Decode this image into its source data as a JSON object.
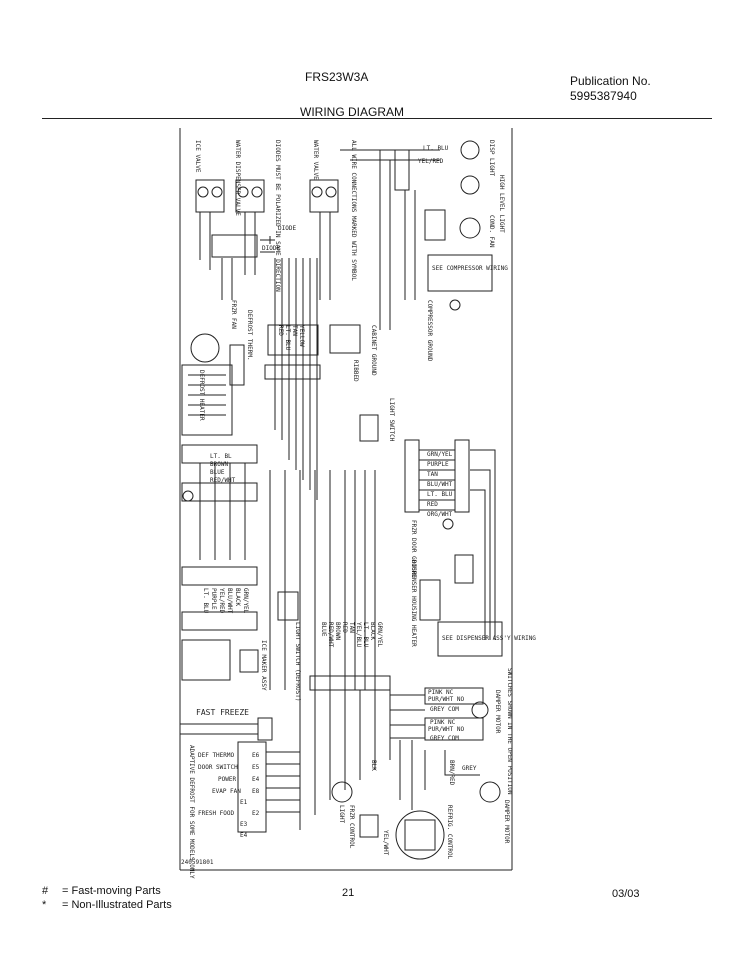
{
  "header": {
    "model": "FRS23W3A",
    "publication_label": "Publication No.",
    "publication_number": "5995387940",
    "diagram_title": "WIRING DIAGRAM"
  },
  "footer": {
    "legend": [
      {
        "symbol": "#",
        "text": "= Fast-moving Parts"
      },
      {
        "symbol": "*",
        "text": "= Non-Illustrated Parts"
      }
    ],
    "page_number": "21",
    "date": "03/03"
  },
  "diagram": {
    "code": "240591801",
    "fast_freeze": "FAST FREEZE",
    "terminals": [
      {
        "label": "DEF THERMO",
        "id": "E6"
      },
      {
        "label": "DOOR SWITCH",
        "id": "E5"
      },
      {
        "label": "POWER",
        "id": "E4"
      },
      {
        "label": "EVAP FAN",
        "id": "E8"
      },
      {
        "label": "E1",
        "id": ""
      },
      {
        "label": "FRESH FOOD",
        "id": "E2"
      },
      {
        "label": "E3",
        "id": ""
      },
      {
        "label": "E4",
        "id": ""
      }
    ],
    "damper_wires": [
      "PINK NC",
      "PUR/WHT NO",
      "GREY COM",
      "PINK NC",
      "PUR/WHT NO",
      "GREY COM"
    ],
    "right_wires": [
      "GRN/YEL",
      "PURPLE",
      "TAN",
      "BLU/WHT",
      "LT. BLU",
      "RED",
      "ORG/WHT"
    ],
    "center_wires": [
      "GRN/YEL",
      "BLACK",
      "LT. BLU",
      "YEL/BLU",
      "TAN",
      "RED",
      "BROWN",
      "RED/WHT",
      "BLUE"
    ],
    "left_wires": [
      "YELLOW",
      "TAN",
      "LT. BLU",
      "RED"
    ],
    "left_wires_b": [
      "GRN/YEL",
      "BLACK",
      "BLU/WHT",
      "YEL/RED",
      "PURPLE",
      "LT. BLU"
    ],
    "defrost_wires": [
      "LT. BL",
      "BROWN",
      "BLUE",
      "RED/WHT"
    ],
    "top_wires": [
      "LT. BLU",
      "YEL/RED"
    ],
    "labels_rotated": [
      "ICE VALVE",
      "WATER DISPENSER VALVE",
      "DIODES MUST BE POLARIZED IN SAME DIRECTION",
      "WATER VALVE",
      "ALL WIRE CONNECTIONS MARKED WITH SYMBOL",
      "DISP LIGHT",
      "HIGH LEVEL LIGHT",
      "COND. FAN",
      "FRZR FAN",
      "DEFROST THERM.",
      "DEFROST HEATER",
      "CABINET GROUND",
      "COMPRESSOR GROUND",
      "RIBBED",
      "LIGHT SWITCH",
      "FRZR DOOR GROUND",
      "DISPENSER HOUSING HEATER",
      "LIGHT SWITCH (DEFROST)",
      "ICE MAKER ASSY",
      "SWITCHES SHOWN IN THE OPEN POSITION",
      "DAMPER MOTOR",
      "DAMPER MOTOR",
      "REFRIG. CONTROL",
      "FRZR CONTROL",
      "LIGHT",
      "ADAPTIVE DEFROST FOR SOME MODELS ONLY"
    ],
    "diode_labels": [
      "DIODE",
      "DIODE"
    ],
    "boxes": [
      "SEE COMPRESSOR WIRING",
      "SEE DISPENSER ASS'Y WIRING"
    ],
    "misc": [
      "BRN/RED",
      "GREY",
      "BLK",
      "YEL/WHT"
    ]
  }
}
